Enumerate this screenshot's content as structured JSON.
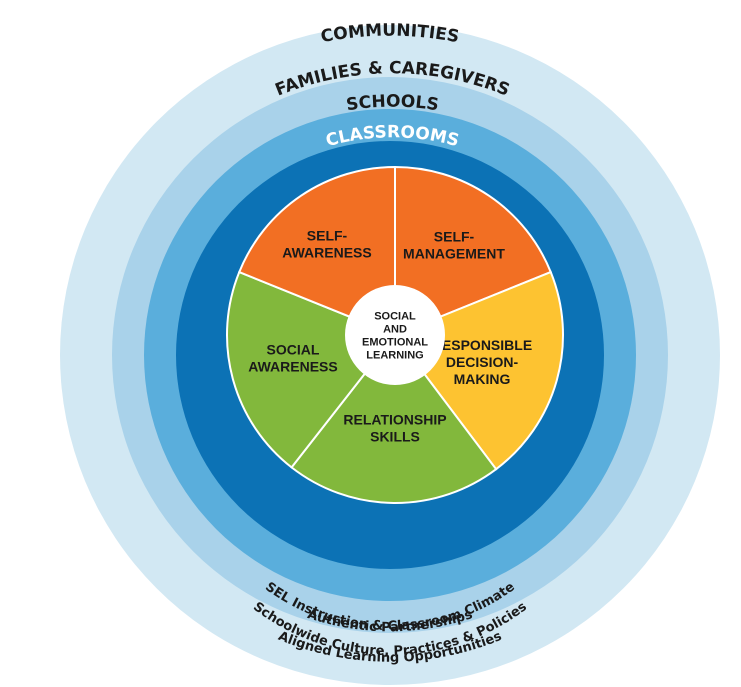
{
  "rings": {
    "communities": {
      "title": "COMMUNITIES",
      "caption": "Aligned Learning Opportunities",
      "color": "#d2e8f3"
    },
    "families": {
      "title": "FAMILIES & CAREGIVERS",
      "caption": "Authentic Partnerships",
      "color": "#a9d2ea"
    },
    "schools": {
      "title": "SCHOOLS",
      "caption": "Schoolwide Culture, Practices  & Policies",
      "color": "#5aaedc"
    },
    "classrooms": {
      "title": "CLASSROOMS",
      "caption": "SEL Instruction & Classroom Climate",
      "color": "#0c72b5"
    }
  },
  "core": {
    "center": {
      "lines": [
        "SOCIAL",
        "AND",
        "EMOTIONAL",
        "LEARNING"
      ]
    },
    "segments": [
      {
        "id": "self-management",
        "lines": [
          "SELF-",
          "MANAGEMENT"
        ],
        "color": "#f26f23"
      },
      {
        "id": "responsible-decision-making",
        "lines": [
          "RESPONSIBLE",
          "DECISION-",
          "MAKING"
        ],
        "color": "#fdc331"
      },
      {
        "id": "relationship-skills",
        "lines": [
          "RELATIONSHIP",
          "SKILLS"
        ],
        "color": "#82b83c"
      },
      {
        "id": "social-awareness",
        "lines": [
          "SOCIAL",
          "AWARENESS"
        ],
        "color": "#82b83c"
      },
      {
        "id": "self-awareness",
        "lines": [
          "SELF-",
          "AWARENESS"
        ],
        "color": "#f26f23"
      }
    ]
  }
}
